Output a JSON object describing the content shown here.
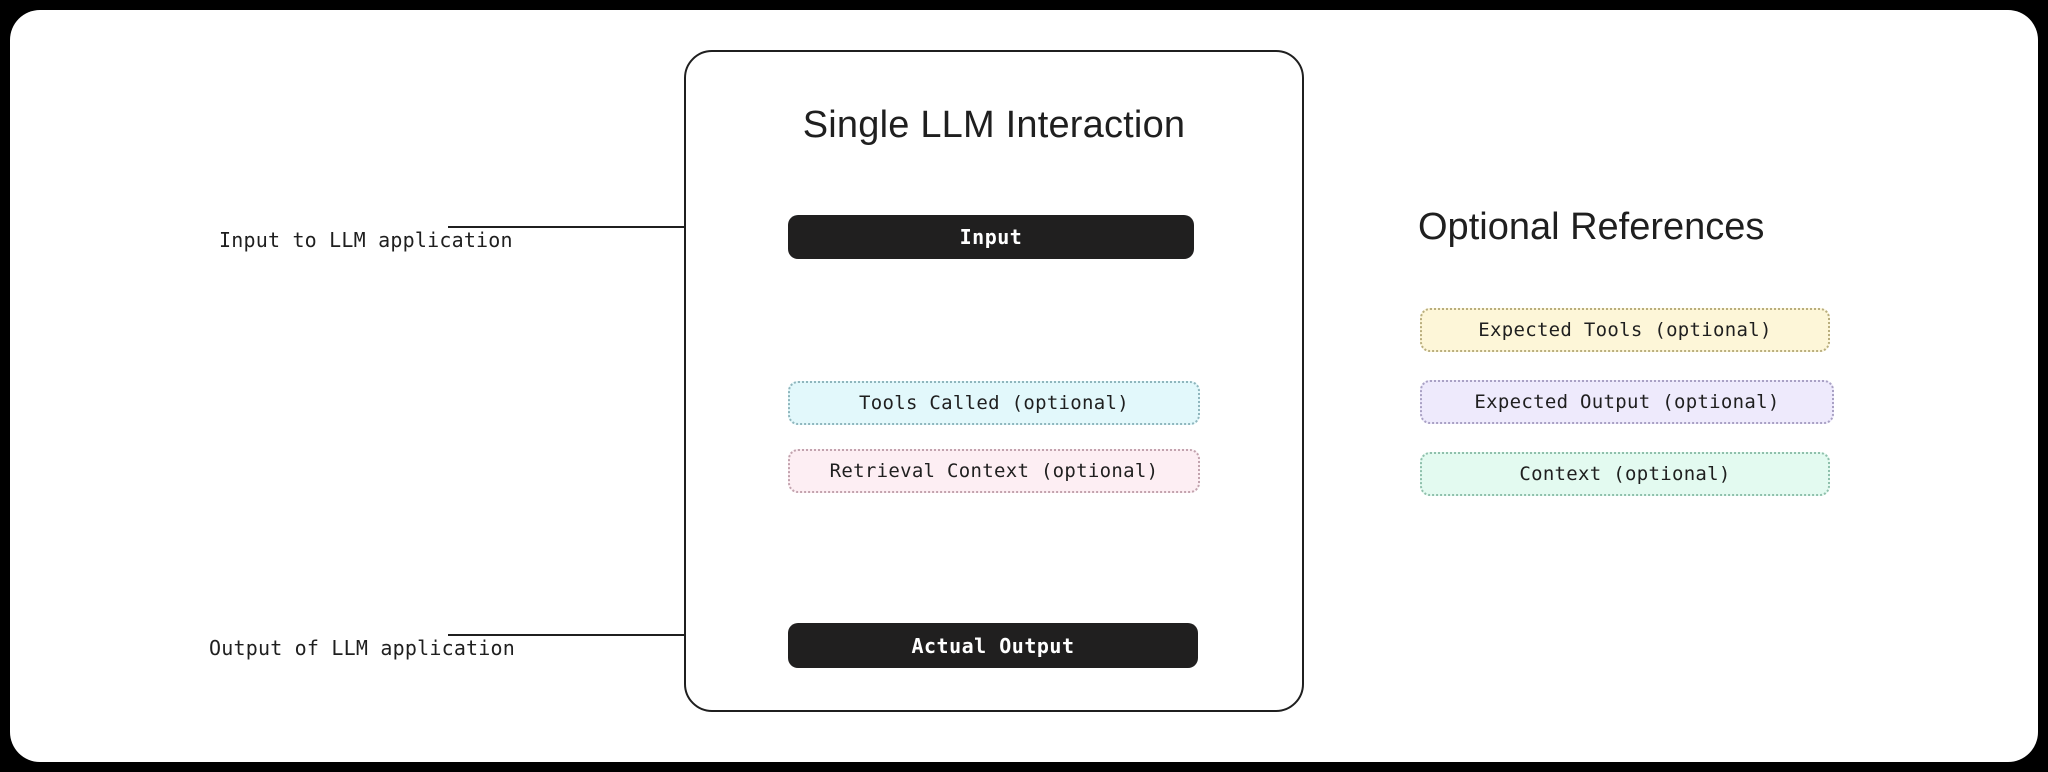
{
  "diagram": {
    "title": "Single LLM Interaction",
    "background_color": "#000000",
    "canvas_color": "#ffffff"
  },
  "group": {
    "title": "Single LLM Interaction",
    "nodes": [
      {
        "id": "input",
        "label": "Input",
        "style": "solid-dark",
        "fill": "#201f1f",
        "text_color": "#ffffff"
      },
      {
        "id": "tools_called",
        "label": "Tools Called (optional)",
        "style": "dashed",
        "fill": "#e2f8fb",
        "text_color": "#1f1f1f"
      },
      {
        "id": "retrieval_context",
        "label": "Retrieval Context (optional)",
        "style": "dashed",
        "fill": "#fdeef3",
        "text_color": "#1f1f1f"
      },
      {
        "id": "actual_output",
        "label": "Actual Output",
        "style": "solid-dark",
        "fill": "#201f1f",
        "text_color": "#ffffff"
      }
    ]
  },
  "annotations": [
    {
      "id": "input_annotation",
      "label": "Input to LLM application",
      "points_to": "input"
    },
    {
      "id": "output_annotation",
      "label": "Output of LLM application",
      "points_to": "actual_output"
    }
  ],
  "references": {
    "title": "Optional References",
    "items": [
      {
        "id": "expected_tools",
        "label": "Expected Tools (optional)",
        "fill": "#fdf6d8",
        "border": "#b9ae7e"
      },
      {
        "id": "expected_output",
        "label": "Expected Output (optional)",
        "fill": "#eeeafc",
        "border": "#a9a1c4"
      },
      {
        "id": "context",
        "label": "Context (optional)",
        "fill": "#e3faf0",
        "border": "#8fc0ac"
      }
    ]
  },
  "connectors": [
    {
      "from": "input",
      "to": "tools_called",
      "type": "arrow-down"
    },
    {
      "from": "retrieval_context",
      "to": "actual_output",
      "type": "arrow-down"
    },
    {
      "from": "input_annotation",
      "to": "input",
      "type": "arrow-right"
    },
    {
      "from": "output_annotation",
      "to": "actual_output",
      "type": "arrow-right"
    }
  ]
}
